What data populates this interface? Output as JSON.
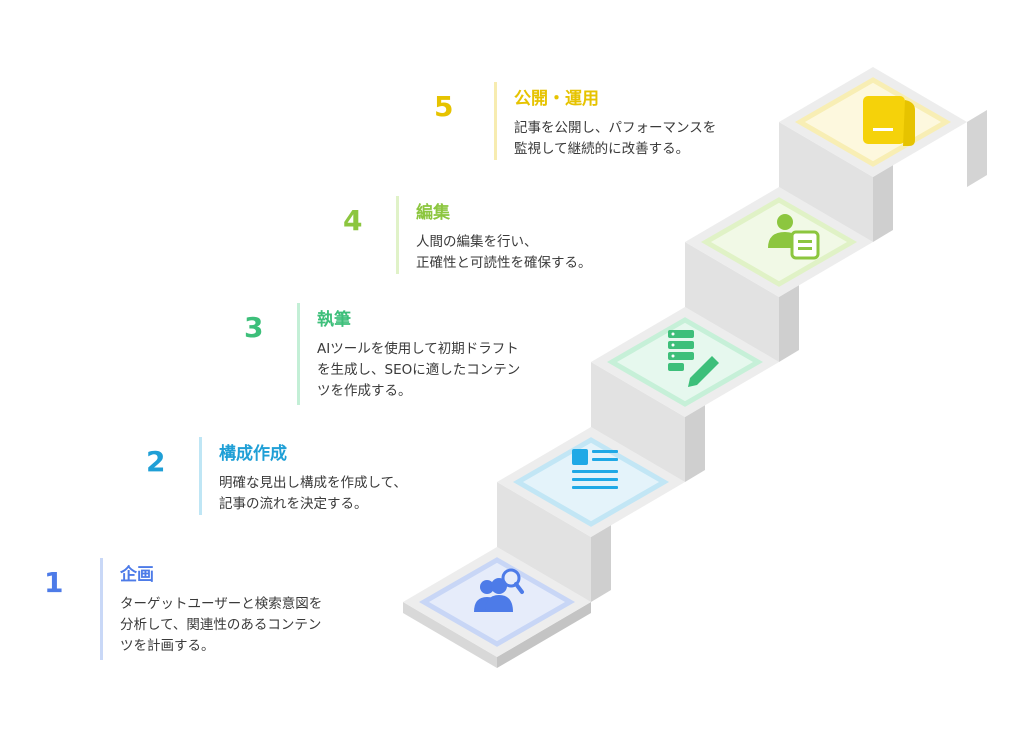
{
  "steps": [
    {
      "number": "1",
      "title": "企画",
      "lines": [
        "ターゲットユーザーと検索意図を",
        "分析して、関連性のあるコンテン",
        "ツを計画する。"
      ],
      "color": "#4d7be8",
      "bar_color": "#c9d8f7",
      "icon": "user-search-icon"
    },
    {
      "number": "2",
      "title": "構成作成",
      "lines": [
        "明確な見出し構成を作成して、",
        "記事の流れを決定する。"
      ],
      "color": "#1f9fd6",
      "bar_color": "#bfe6f5",
      "icon": "outline-document-icon"
    },
    {
      "number": "3",
      "title": "執筆",
      "lines": [
        "AIツールを使用して初期ドラフト",
        "を生成し、SEOに適したコンテン",
        "ツを作成する。"
      ],
      "color": "#3dbf7a",
      "bar_color": "#c3efd6",
      "icon": "server-pencil-icon"
    },
    {
      "number": "4",
      "title": "編集",
      "lines": [
        "人間の編集を行い、",
        "正確性と可読性を確保する。"
      ],
      "color": "#8cc63f",
      "bar_color": "#e0f2c8",
      "icon": "user-editor-icon"
    },
    {
      "number": "5",
      "title": "公開・運用",
      "lines": [
        "記事を公開し、パフォーマンスを",
        "監視して継続的に改善する。"
      ],
      "color": "#e6c300",
      "bar_color": "#f7ecb0",
      "icon": "publish-folder-icon"
    }
  ]
}
